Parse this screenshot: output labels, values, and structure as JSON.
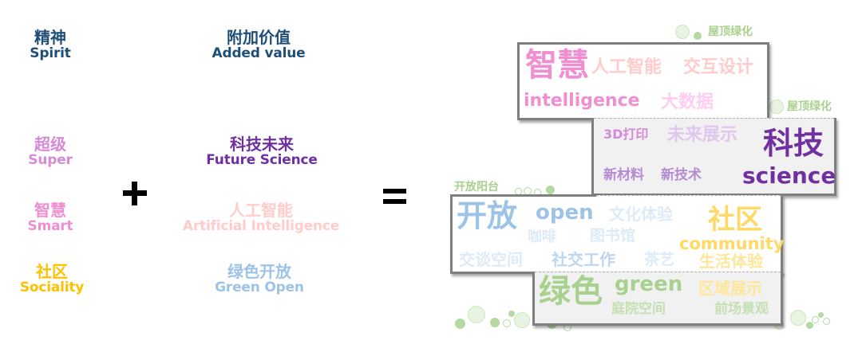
{
  "left_column": {
    "header": {
      "zh": "精神",
      "en": "Spirit",
      "color": "#1f4e79"
    },
    "items": [
      {
        "zh": "超级",
        "en": "Super",
        "color": "#d58ad8"
      },
      {
        "zh": "智慧",
        "en": "Smart",
        "color": "#ef8fd2"
      },
      {
        "zh": "社区",
        "en": "Sociality",
        "color": "#ffc000"
      }
    ]
  },
  "middle_column": {
    "header": {
      "zh": "附加价值",
      "en": "Added value",
      "color": "#1f4e79"
    },
    "items": [
      {
        "zh": "科技未来",
        "en": "Future Science",
        "color": "#7030a0"
      },
      {
        "zh": "人工智能",
        "en": "Artificial Intelligence",
        "color": "#ffcccc"
      },
      {
        "zh": "绿色开放",
        "en": "Green Open",
        "color": "#9dc3e6"
      }
    ]
  },
  "operators": {
    "plus": "+",
    "equals": "="
  },
  "word_cloud": {
    "smart_block": {
      "title_zh": "智慧",
      "title_en": "intelligence",
      "tags": [
        "人工智能",
        "交互设计",
        "大数据"
      ]
    },
    "science_block": {
      "title_zh": "科技",
      "title_en": "science",
      "tags": [
        "3D打印",
        "未来展示",
        "新材料",
        "新技术"
      ]
    },
    "open_block": {
      "title_zh": "开放",
      "title_en": "open",
      "tags": [
        "文化体验",
        "咖啡",
        "图书馆",
        "交谈空间",
        "社交工作",
        "茶艺"
      ]
    },
    "community_block": {
      "title_zh": "社区",
      "title_en": "community",
      "tags": [
        "生活体验"
      ]
    },
    "green_block": {
      "title_zh": "绿色",
      "title_en": "green",
      "tags": [
        "区域展示",
        "庭院空间",
        "前场景观"
      ]
    },
    "annotations": {
      "roof_green_1": "屋顶绿化",
      "roof_green_2": "屋顶绿化",
      "open_balcony": "开放阳台"
    }
  }
}
